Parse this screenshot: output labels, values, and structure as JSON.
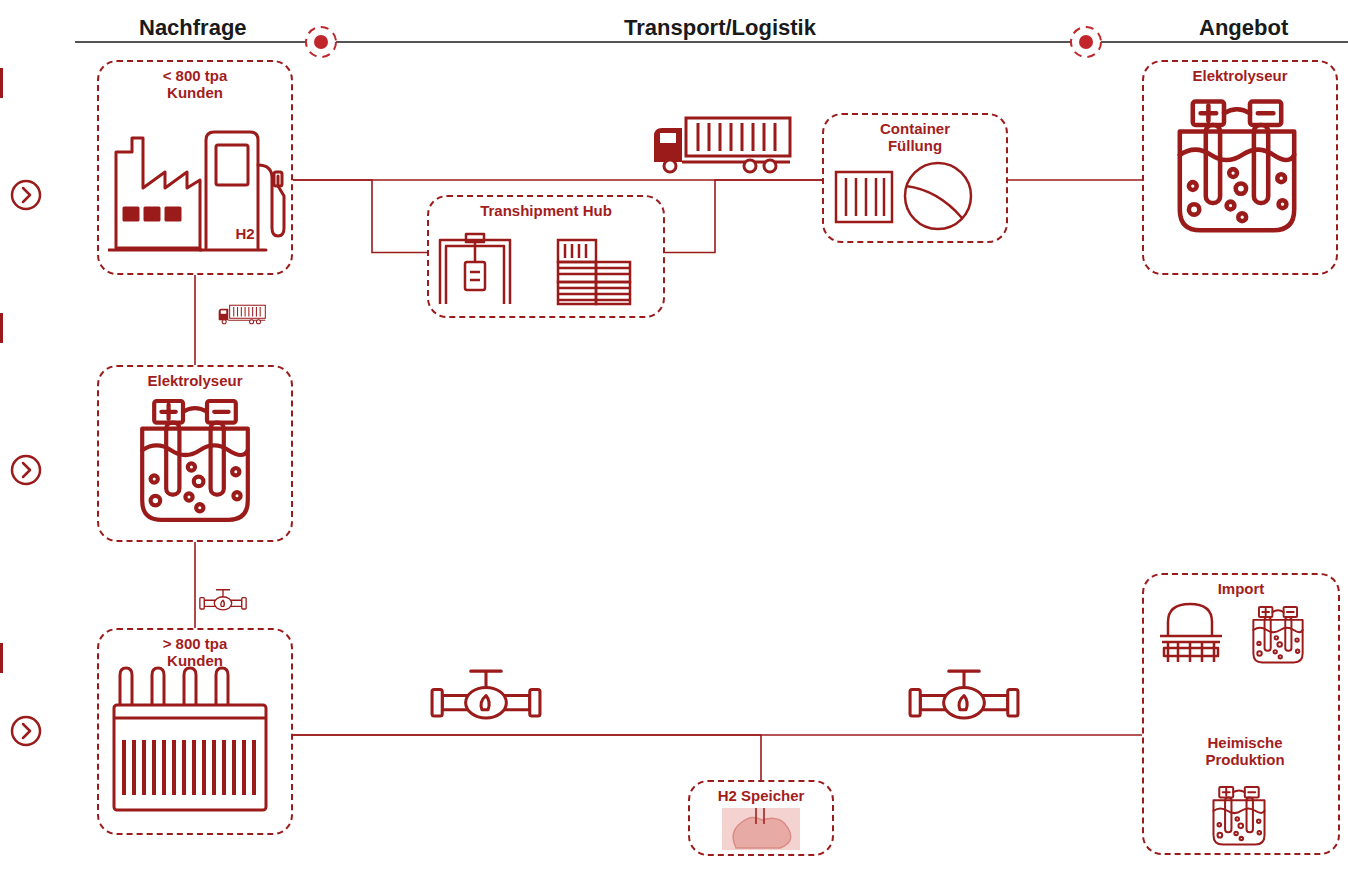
{
  "diagram": {
    "nodes": [
      {
        "text": [
          "< 800 tpa Kunden",
          "H2"
        ]
      },
      {
        "text": [
          "Transhipment Hub"
        ]
      },
      {
        "text": [
          "Container Füllung"
        ]
      },
      {
        "text": [
          "Elektrolyseur"
        ]
      },
      {
        "text": [
          "Elektrolyseur"
        ]
      },
      {
        "text": [
          "> 800 tpa Kunden"
        ]
      },
      {
        "text": [
          "H2 Speicher"
        ]
      },
      {
        "text": [
          "Import",
          "Heimische Produktion"
        ]
      }
    ],
    "edges": [
      {
        "from": 0,
        "to": 2,
        "arrow": "none"
      },
      {
        "from": 0,
        "to": 1,
        "arrow": "none"
      },
      {
        "from": 1,
        "to": 2,
        "arrow": "none"
      },
      {
        "from": 2,
        "to": 3,
        "arrow": "none"
      },
      {
        "from": 0,
        "to": 4,
        "arrow": "none"
      },
      {
        "from": 4,
        "to": 5,
        "arrow": "none"
      },
      {
        "from": 5,
        "to": 7,
        "arrow": "none"
      },
      {
        "from": 5,
        "to": 6,
        "arrow": "none"
      }
    ],
    "labels": [
      "Nachfrage",
      "Transport/Logistik",
      "Angebot"
    ]
  }
}
